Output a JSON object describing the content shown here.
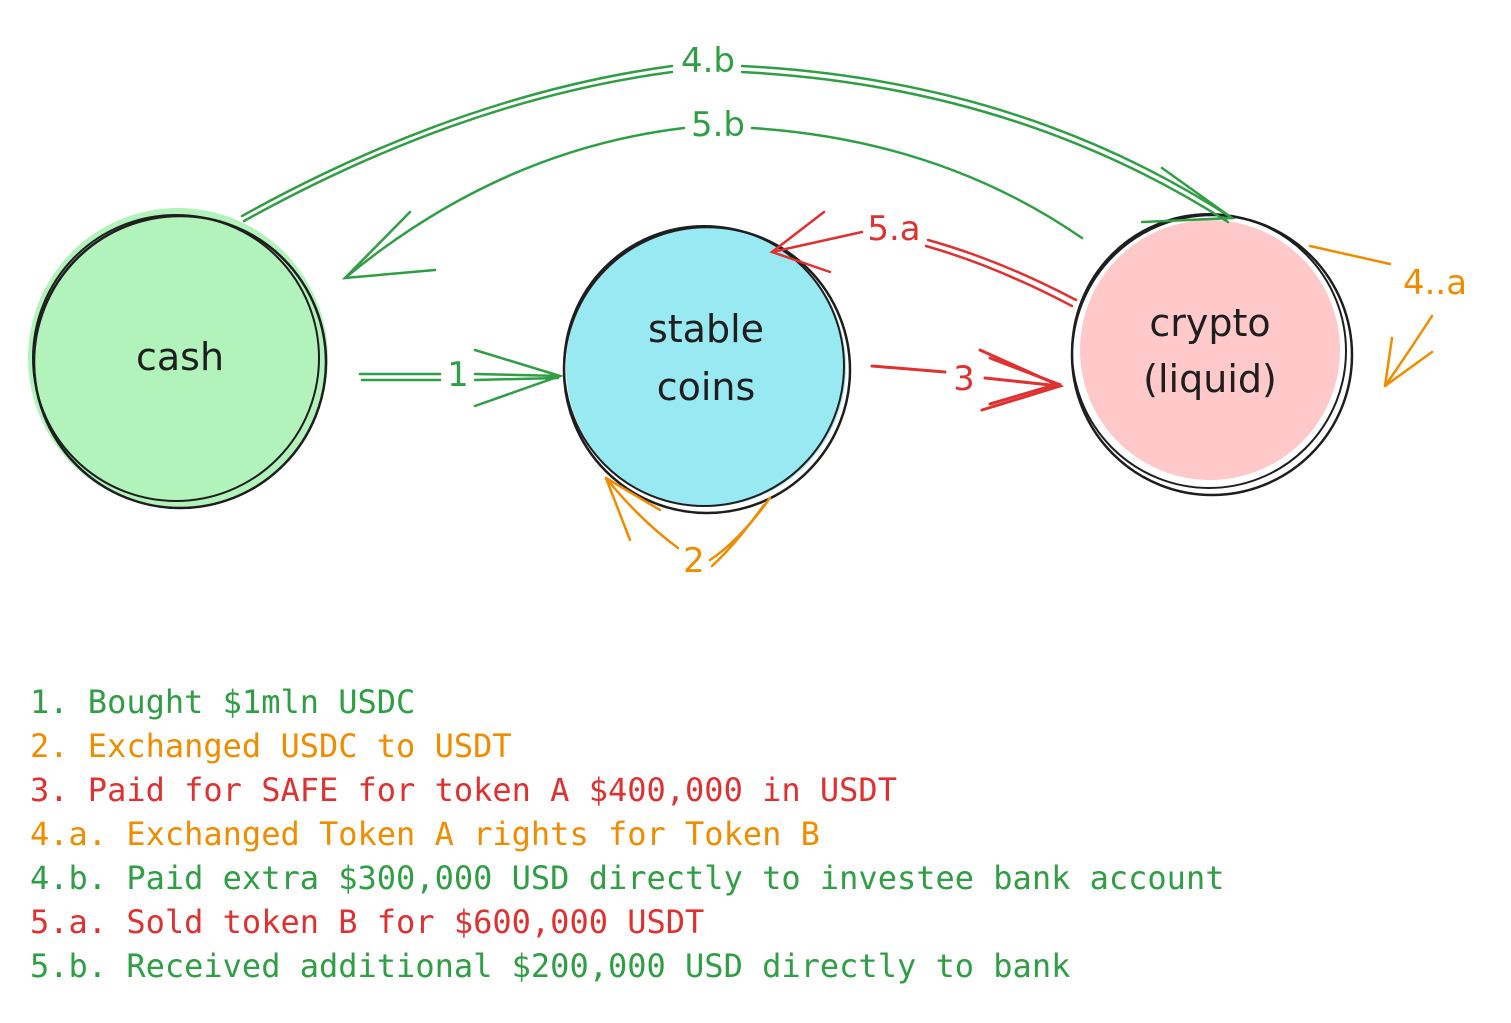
{
  "colors": {
    "green": "#2f9e44",
    "orange": "#f08c00",
    "red": "#e03131",
    "ink": "#1e1e1e",
    "cash_fill": "#b2f2bb",
    "stable_fill": "#99e9f2",
    "crypto_fill": "#ffc9c9"
  },
  "nodes": {
    "cash": {
      "label": "cash"
    },
    "stable": {
      "line1": "stable",
      "line2": "coins"
    },
    "crypto": {
      "line1": "crypto",
      "line2": "(liquid)"
    }
  },
  "edges": {
    "e1": "1",
    "e2": "2",
    "e3": "3",
    "e4a": "4..a",
    "e4b": "4.b",
    "e5a": "5.a",
    "e5b": "5.b"
  },
  "legend": [
    {
      "text": "1. Bought $1mln USDC",
      "color": "green"
    },
    {
      "text": "2. Exchanged USDC to USDT",
      "color": "orange"
    },
    {
      "text": "3. Paid for SAFE for token A $400,000 in USDT",
      "color": "red"
    },
    {
      "text": "4.a. Exchanged Token A rights for Token B",
      "color": "orange"
    },
    {
      "text": "4.b. Paid extra $300,000 USD directly to investee bank account",
      "color": "green"
    },
    {
      "text": "5.a. Sold token B for $600,000 USDT",
      "color": "red"
    },
    {
      "text": "5.b. Received additional $200,000 USD directly to bank",
      "color": "green"
    }
  ]
}
